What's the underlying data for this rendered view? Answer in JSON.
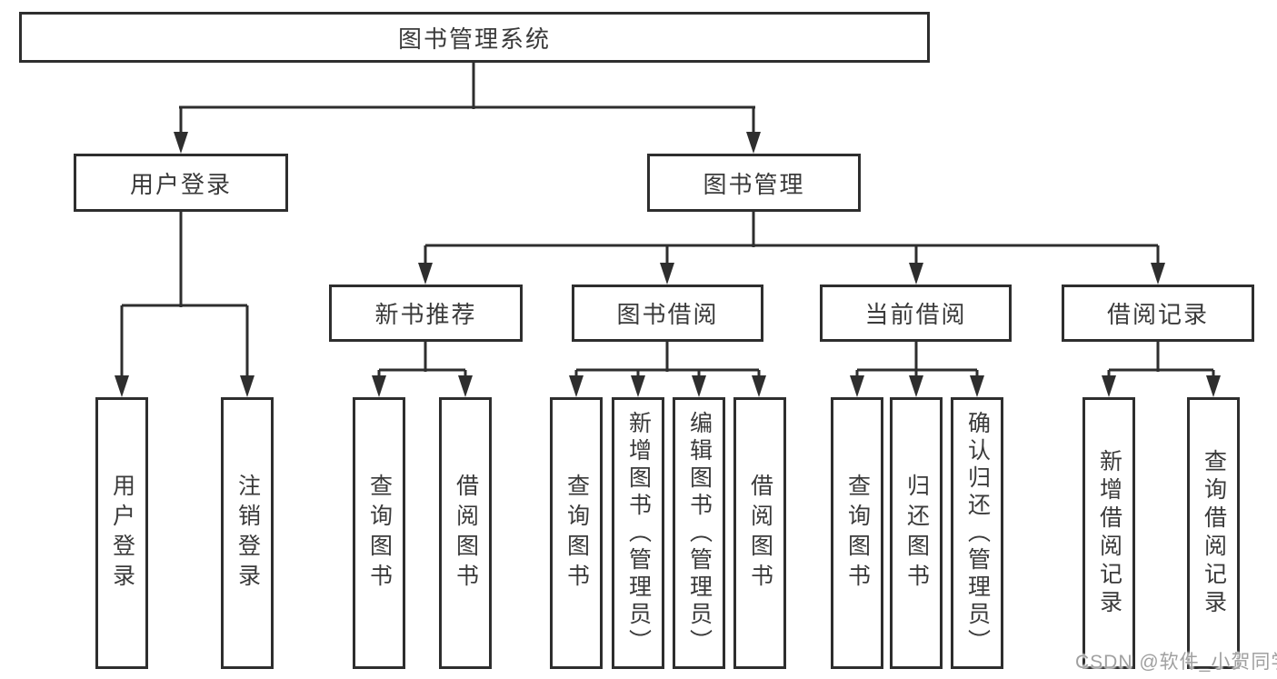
{
  "diagram": {
    "root": {
      "label": "图书管理系统"
    },
    "branches": [
      {
        "label": "用户登录",
        "children": [
          {
            "label": "用户登录"
          },
          {
            "label": "注销登录"
          }
        ]
      },
      {
        "label": "图书管理",
        "children": [
          {
            "label": "新书推荐",
            "children": [
              {
                "label": "查询图书"
              },
              {
                "label": "借阅图书"
              }
            ]
          },
          {
            "label": "图书借阅",
            "children": [
              {
                "label": "查询图书"
              },
              {
                "label": "新增图书（管理员）"
              },
              {
                "label": "编辑图书（管理员）"
              },
              {
                "label": "借阅图书"
              }
            ]
          },
          {
            "label": "当前借阅",
            "children": [
              {
                "label": "查询图书"
              },
              {
                "label": "归还图书"
              },
              {
                "label": "确认归还（管理员）"
              }
            ]
          },
          {
            "label": "借阅记录",
            "children": [
              {
                "label": "新增借阅记录"
              },
              {
                "label": "查询借阅记录"
              }
            ]
          }
        ]
      }
    ]
  },
  "watermark": {
    "text": "CSDN @软件_小贺同学"
  },
  "colors": {
    "line": "#2e2e2e",
    "text": "#3a3a3a",
    "background": "#ffffff",
    "watermark": "#a0a0a0"
  }
}
